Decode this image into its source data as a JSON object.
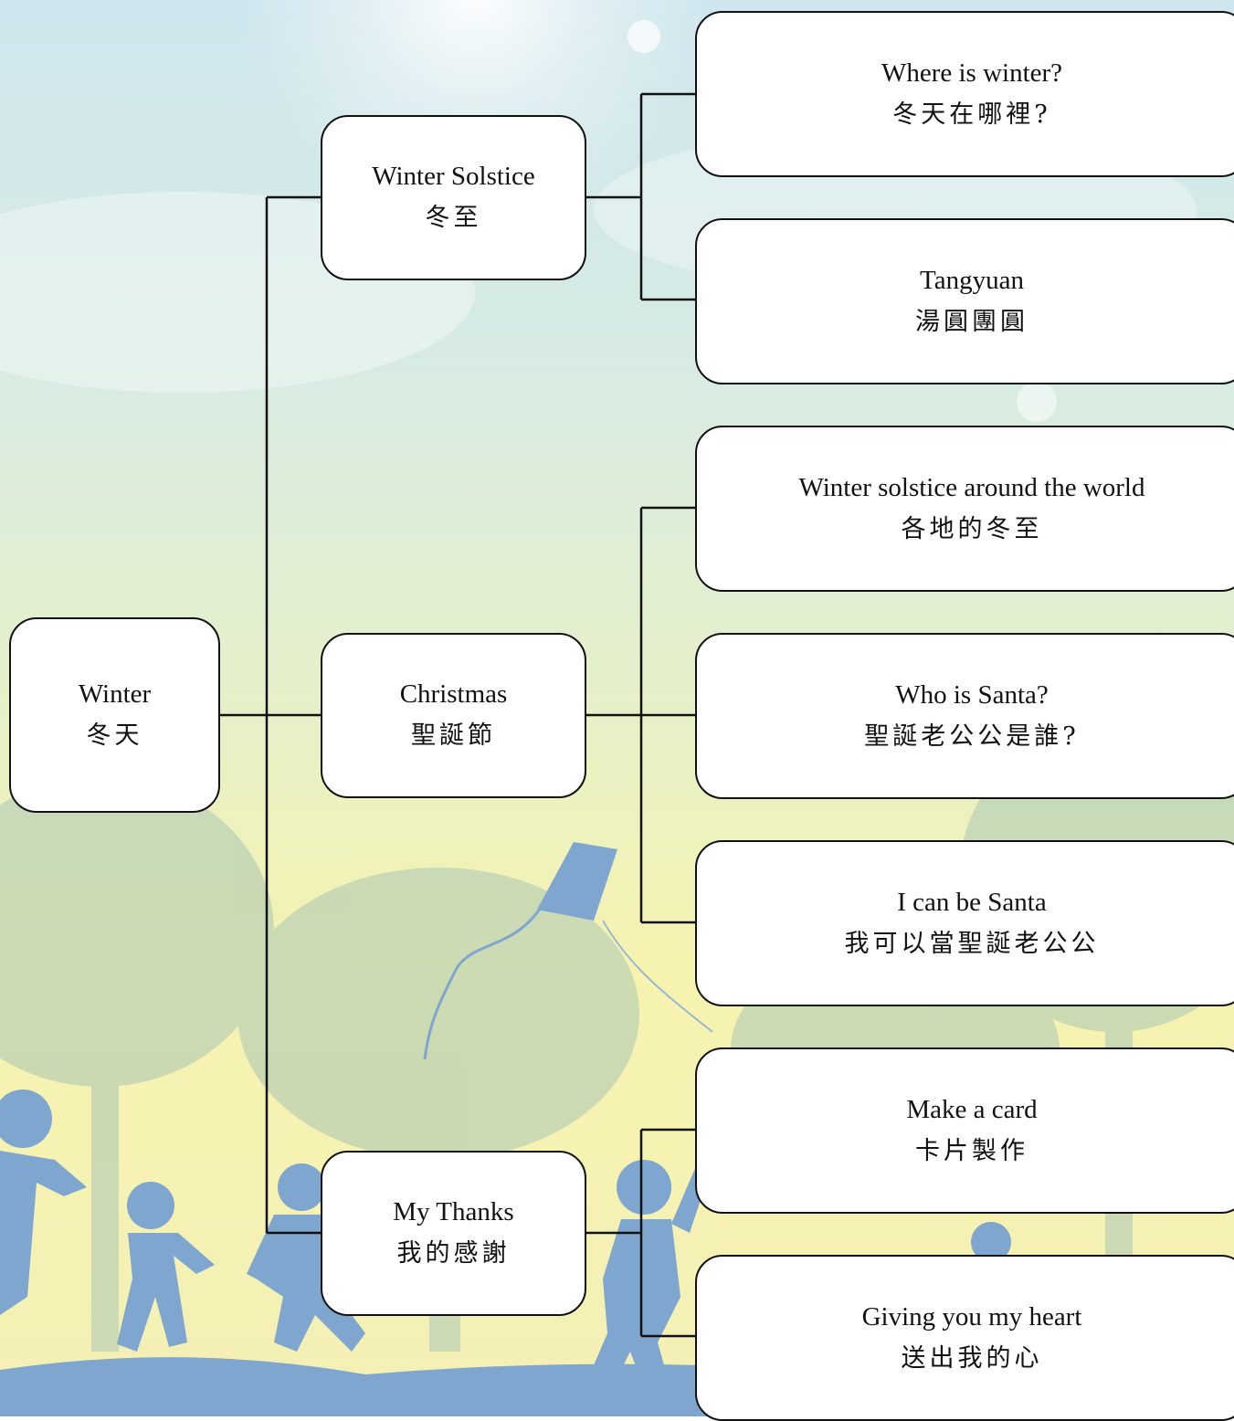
{
  "mindmap": {
    "root": {
      "en": "Winter",
      "zh": "冬天"
    },
    "branches": [
      {
        "en": "Winter Solstice",
        "zh": "冬至",
        "leaves": [
          {
            "en": "Where is winter?",
            "zh": "冬天在哪裡?"
          },
          {
            "en": "Tangyuan",
            "zh": "湯圓團圓"
          }
        ]
      },
      {
        "en": "Christmas",
        "zh": "聖誕節",
        "leaves": [
          {
            "en": "Winter solstice around the world",
            "zh": "各地的冬至"
          },
          {
            "en": "Who is Santa?",
            "zh": "聖誕老公公是誰?"
          },
          {
            "en": "I can be Santa",
            "zh": "我可以當聖誕老公公"
          }
        ]
      },
      {
        "en": "My Thanks",
        "zh": "我的感謝",
        "leaves": [
          {
            "en": "Make a card",
            "zh": "卡片製作"
          },
          {
            "en": "Giving you my heart",
            "zh": "送出我的心"
          }
        ]
      }
    ]
  },
  "colors": {
    "line": "#111111",
    "node_fill": "#ffffff",
    "silhouette": "#7ea6cf",
    "sky_top": "#cfe6ee",
    "ground": "#f4f0b6"
  }
}
